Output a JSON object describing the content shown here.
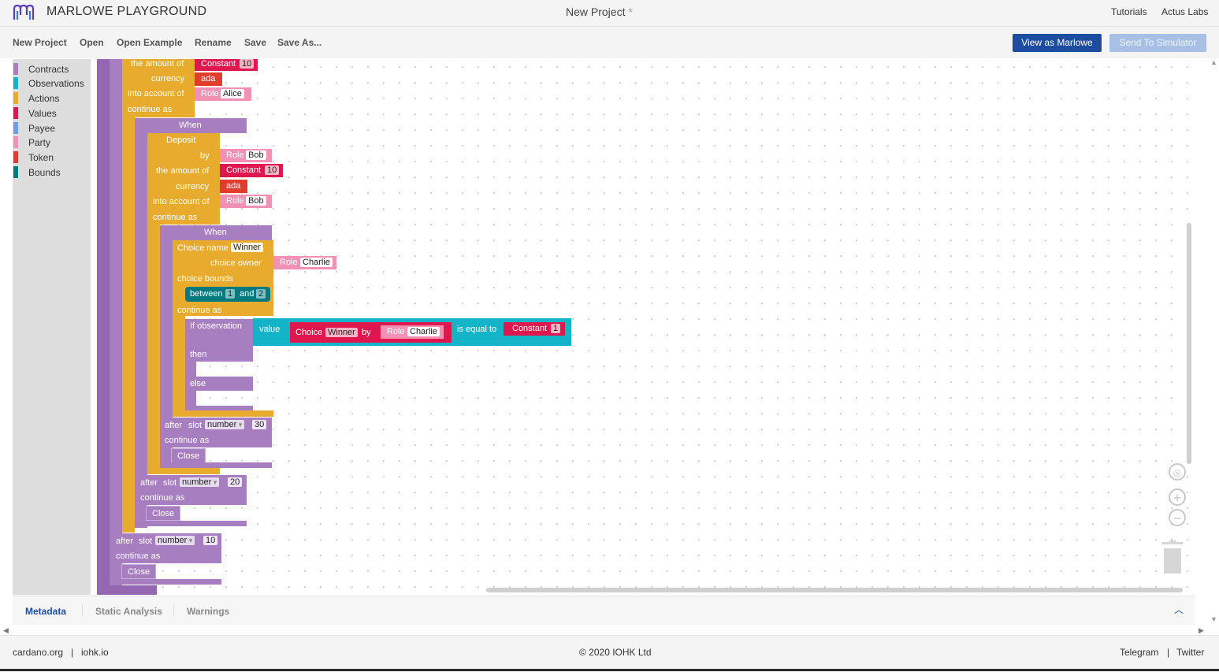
{
  "header": {
    "brand": "MARLOWE PLAYGROUND",
    "project_title": "New Project",
    "unsaved_marker": "*",
    "links": [
      "Tutorials",
      "Actus Labs"
    ]
  },
  "toolbar": {
    "items": [
      "New Project",
      "Open",
      "Open Example",
      "Rename",
      "Save",
      "Save As..."
    ],
    "view_as_marlowe": "View as Marlowe",
    "send_to_simulator": "Send To Simulator"
  },
  "toolbox": {
    "categories": [
      {
        "label": "Contracts",
        "color": "#a77fc1"
      },
      {
        "label": "Observations",
        "color": "#13b4c7"
      },
      {
        "label": "Actions",
        "color": "#e8ab2e"
      },
      {
        "label": "Values",
        "color": "#e0164e"
      },
      {
        "label": "Payee",
        "color": "#6f9de6"
      },
      {
        "label": "Party",
        "color": "#f391b4"
      },
      {
        "label": "Token",
        "color": "#e33b2c"
      },
      {
        "label": "Bounds",
        "color": "#047a7e"
      }
    ]
  },
  "blocks": {
    "the_amount_of": "the amount of",
    "constant": "Constant",
    "currency": "currency",
    "ada": "ada",
    "into_account_of": "into account of",
    "role": "Role",
    "continue_as": "continue as",
    "when": "When",
    "deposit": "Deposit",
    "by": "by",
    "choice_name": "Choice name",
    "choice_owner": "choice owner",
    "choice_bounds": "choice bounds",
    "between": "between",
    "and": "and",
    "if_observation": "If observation",
    "value": "value",
    "choice": "Choice",
    "is_equal_to": "is equal to",
    "then": "then",
    "else": "else",
    "after": "after",
    "slot": "slot",
    "number": "number",
    "close": "Close",
    "alice": "Alice",
    "bob": "Bob",
    "charlie": "Charlie",
    "winner": "Winner",
    "n10": "10",
    "n1": "1",
    "n2": "2",
    "n30": "30",
    "n20": "20"
  },
  "bottom_tabs": [
    "Metadata",
    "Static Analysis",
    "Warnings"
  ],
  "footer": {
    "left": [
      "cardano.org",
      "iohk.io"
    ],
    "copyright": "© 2020 IOHK Ltd",
    "right": [
      "Telegram",
      "Twitter"
    ],
    "sep": "|"
  }
}
